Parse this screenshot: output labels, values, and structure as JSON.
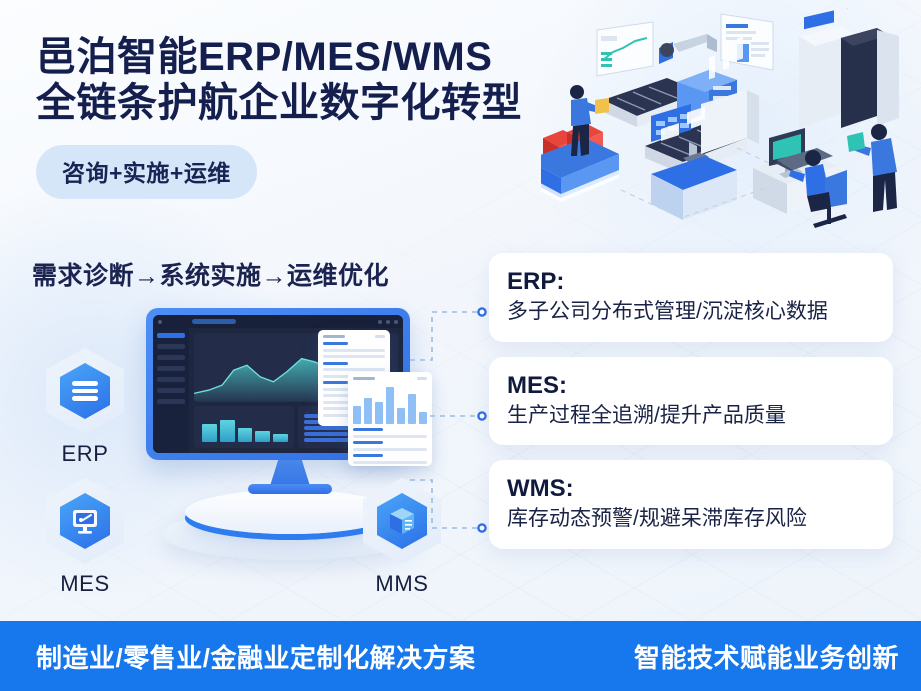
{
  "theme": {
    "bg": "#f2f6fc",
    "title_color": "#141f4e",
    "accent_blue": "#2f6fe6",
    "banner_blue": "#1777ec",
    "pill_bg": "#d6e6f9",
    "card_bg": "#ffffff"
  },
  "headline": {
    "line1": "邑泊智能ERP/MES/WMS",
    "line2": "全链条护航企业数字化转型",
    "pill": "咨询+实施+运维",
    "flow": "需求诊断→系统实施→运维优化"
  },
  "modules": [
    {
      "id": "erp",
      "label": "ERP",
      "icon": "layers-stack-icon"
    },
    {
      "id": "mes",
      "label": "MES",
      "icon": "monitor-chart-icon"
    },
    {
      "id": "mms",
      "label": "MMS",
      "icon": "cube-box-icon"
    }
  ],
  "cards": [
    {
      "title": "ERP:",
      "desc": "多子公司分布式管理/沉淀核心数据"
    },
    {
      "title": "MES:",
      "desc": "生产过程全追溯/提升产品质量"
    },
    {
      "title": "WMS:",
      "desc": "库存动态预警/规避呆滞库存风险"
    }
  ],
  "banner": {
    "left": "制造业/零售业/金融业定制化解决方案",
    "right": "智能技术赋能业务创新"
  },
  "illustration": {
    "scene": "isometric-factory-scene",
    "elements": [
      "worker-with-clipboard",
      "conveyor-belt",
      "robot-arm",
      "dashboard-panel",
      "document-panel",
      "server-rack",
      "desk-computer-worker",
      "worker-with-tablet",
      "red-toolbox-stack",
      "blue-crate"
    ]
  },
  "monitor": {
    "screen": "analytics-dashboard",
    "widgets": [
      "area-chart",
      "bar-chart",
      "progress-list",
      "floating-report-card",
      "floating-bar-card"
    ]
  }
}
